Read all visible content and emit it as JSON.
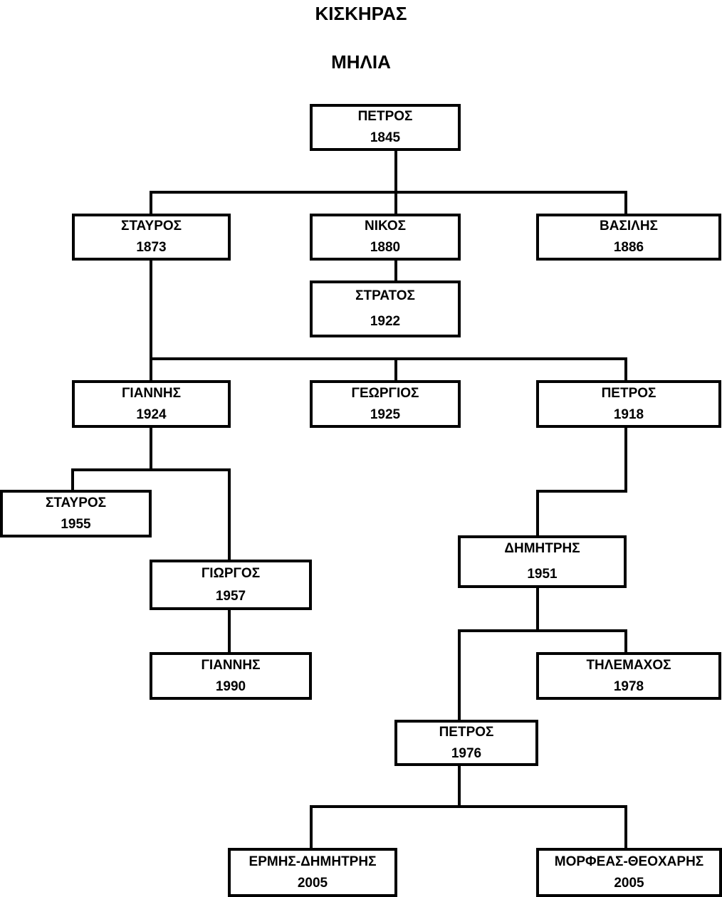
{
  "title": "ΚΙΣΚΗΡΑΣ",
  "subtitle": "ΜΗΛΙΑ",
  "people": {
    "p1845": {
      "name": "ΠΕΤΡΟΣ",
      "year": "1845"
    },
    "p1873": {
      "name": "ΣΤΑΥΡΟΣ",
      "year": "1873"
    },
    "p1880": {
      "name": "ΝΙΚΟΣ",
      "year": "1880"
    },
    "p1886": {
      "name": "ΒΑΣΙΛΗΣ",
      "year": "1886"
    },
    "p1922": {
      "name": "ΣΤΡΑΤΟΣ",
      "year": "1922"
    },
    "p1924": {
      "name": "ΓΙΑΝΝΗΣ",
      "year": "1924"
    },
    "p1925": {
      "name": "ΓΕΩΡΓΙΟΣ",
      "year": "1925"
    },
    "p1918": {
      "name": "ΠΕΤΡΟΣ",
      "year": "1918"
    },
    "p1955": {
      "name": "ΣΤΑΥΡΟΣ",
      "year": "1955"
    },
    "p1957": {
      "name": "ΓΙΩΡΓΟΣ",
      "year": "1957"
    },
    "p1990": {
      "name": "ΓΙΑΝΝΗΣ",
      "year": "1990"
    },
    "p1951": {
      "name": "ΔΗΜΗΤΡΗΣ",
      "year": "1951"
    },
    "p1978": {
      "name": "ΤΗΛΕΜΑΧΟΣ",
      "year": "1978"
    },
    "p1976": {
      "name": "ΠΕΤΡΟΣ",
      "year": "1976"
    },
    "p2005a": {
      "name": "ΕΡΜΗΣ-ΔΗΜΗΤΡΗΣ",
      "year": "2005"
    },
    "p2005b": {
      "name": "ΜΟΡΦΕΑΣ-ΘΕΟΧΑΡΗΣ",
      "year": "2005"
    }
  }
}
